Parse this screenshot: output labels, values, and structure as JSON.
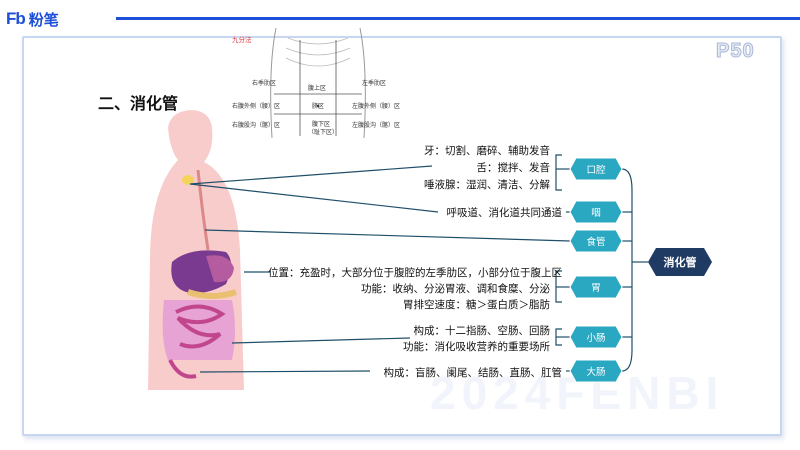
{
  "brand": {
    "mark": "Fb",
    "name": "粉笔"
  },
  "page_number": "P50",
  "heading": "二、消化管",
  "watermark": "2024FENBI",
  "nine_region_figure": {
    "title": "九分法",
    "labels": [
      "右季肋区",
      "左季肋区",
      "腹上区",
      "右腹外侧（腰）区",
      "脐区",
      "左腹外侧（腰）区",
      "右腹股沟（髂）区",
      "腹下区",
      "左腹股沟（髂）区"
    ],
    "sub_label": "（耻下区）"
  },
  "mindmap": {
    "root": "消化管",
    "branches": [
      {
        "label": "口腔",
        "details": [
          "牙：切割、磨碎、辅助发音",
          "舌：搅拌、发音",
          "唾液腺：湿润、清洁、分解"
        ]
      },
      {
        "label": "咽",
        "details": [
          "呼吸道、消化道共同通道"
        ]
      },
      {
        "label": "食管",
        "details": []
      },
      {
        "label": "胃",
        "details": [
          "位置：充盈时，大部分位于腹腔的左季肋区，小部分位于腹上区",
          "功能：收纳、分泌胃液、调和食糜、分泌",
          "胃排空速度：糖＞蛋白质＞脂肪"
        ]
      },
      {
        "label": "小肠",
        "details": [
          "构成：十二指肠、空肠、回肠",
          "功能：消化吸收营养的重要场所"
        ]
      },
      {
        "label": "大肠",
        "details": [
          "构成：盲肠、阑尾、结肠、直肠、肛管"
        ]
      }
    ]
  },
  "colors": {
    "brand": "#1e4fd8",
    "node": "#2aa8c2",
    "root": "#1f3b63",
    "connector": "#1f4f6a"
  }
}
